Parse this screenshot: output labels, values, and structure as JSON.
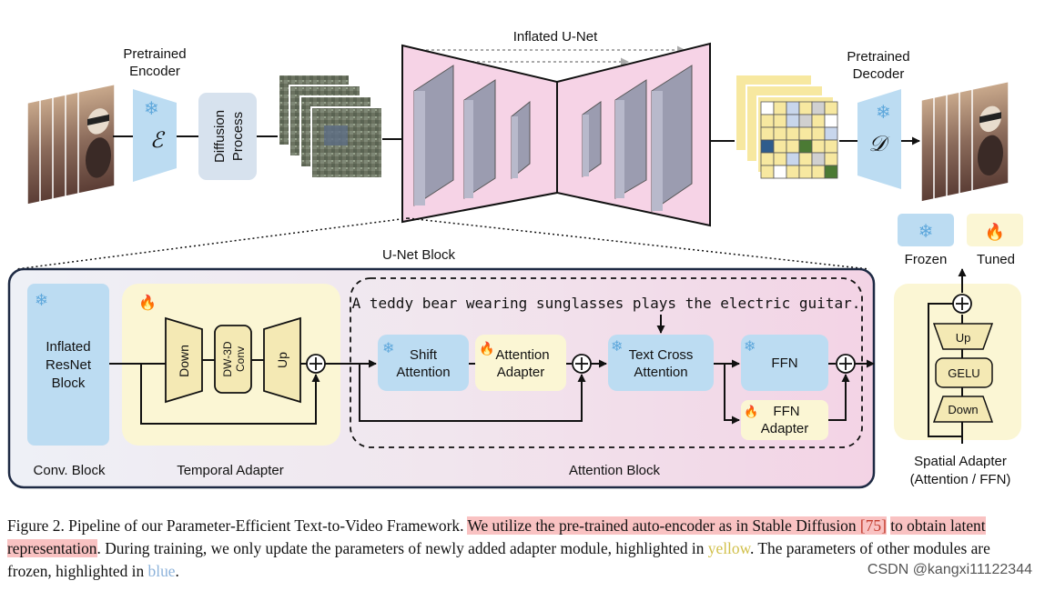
{
  "top": {
    "pretrained_encoder_line1": "Pretrained",
    "pretrained_encoder_line2": "Encoder",
    "encoder_symbol": "ℰ",
    "diffusion_line1": "Diffusion",
    "diffusion_line2": "Process",
    "unet_title": "Inflated U-Net",
    "pretrained_decoder_line1": "Pretrained",
    "pretrained_decoder_line2": "Decoder",
    "decoder_symbol": "𝒟"
  },
  "legend": {
    "frozen": "Frozen",
    "tuned": "Tuned",
    "frozen_icon": "snowflake-icon",
    "tuned_icon": "flame-icon"
  },
  "block": {
    "title": "U-Net Block",
    "resnet_line1": "Inflated",
    "resnet_line2": "ResNet",
    "resnet_line3": "Block",
    "conv_label": "Conv. Block",
    "temporal": {
      "down": "Down",
      "dw_line1": "DW-3D",
      "dw_line2": "Conv",
      "up": "Up",
      "label": "Temporal Adapter"
    },
    "prompt": "A teddy bear wearing sunglasses plays the electric guitar.",
    "shift_line1": "Shift",
    "shift_line2": "Attention",
    "att_adapter_line1": "Attention",
    "att_adapter_line2": "Adapter",
    "text_cross_line1": "Text Cross",
    "text_cross_line2": "Attention",
    "ffn": "FFN",
    "ffn_adapter_line1": "FFN",
    "ffn_adapter_line2": "Adapter",
    "attention_label": "Attention Block"
  },
  "spatial": {
    "up": "Up",
    "gelu": "GELU",
    "down": "Down",
    "label_line1": "Spatial Adapter",
    "label_line2": "(Attention / FFN)"
  },
  "caption": {
    "prefix": "Figure 2. Pipeline of our Parameter-Efficient Text-to-Video Framework. ",
    "hl1": "We utilize the pre-trained auto-encoder as in Stable Diffusion ",
    "ref": "[75]",
    "hl2": "to obtain latent representation",
    "mid": ". During training, we only update the parameters of newly added adapter module, highlighted in ",
    "yellow_word": "yellow",
    "mid2": ". The parameters of other modules are frozen, highlighted in ",
    "blue_word": "blue",
    "end": "."
  },
  "watermark": "CSDN @kangxi11122344",
  "colors": {
    "frozen_blue": "#bcdcf2",
    "tuned_yellow": "#fbf6d4",
    "unet_pink": "#f6d3e6",
    "block_border": "#1e2a44",
    "caption_highlight": "#f9c2c2"
  }
}
